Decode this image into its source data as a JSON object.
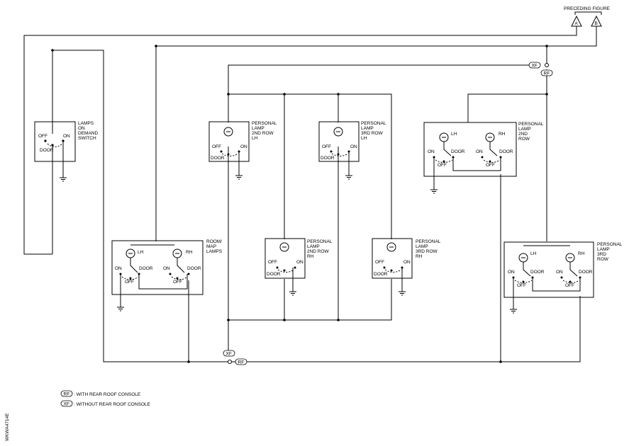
{
  "header": {
    "preceding_figure": "PRECEDING FIGURE",
    "connector_a": "A",
    "connector_b": "B"
  },
  "options": {
    "rf": "RF",
    "xf": "XF"
  },
  "legend": {
    "rf_label": "RF",
    "rf_text": ": WITH REAR ROOF CONSOLE",
    "xf_label": "XF",
    "xf_text": ": WITHOUT REAR ROOF CONSOLE"
  },
  "side_code": "WKWA4714E",
  "switch_labels": {
    "off": "OFF",
    "on": "ON",
    "door": "DOOR",
    "lh": "LH",
    "rh": "RH"
  },
  "components": {
    "demand_switch": [
      "LAMPS",
      "ON",
      "DEMAND",
      "SWITCH"
    ],
    "room_map": [
      "ROOM/",
      "MAP",
      "LAMPS"
    ],
    "p2_lh": [
      "PERSONAL",
      "LAMP",
      "2ND ROW",
      "LH"
    ],
    "p3_lh": [
      "PERSONAL",
      "LAMP",
      "3RD ROW",
      "LH"
    ],
    "p2_rh": [
      "PERSONAL",
      "LAMP",
      "2ND ROW",
      "RH"
    ],
    "p3_rh": [
      "PERSONAL",
      "LAMP",
      "3RD ROW",
      "RH"
    ],
    "p2_row": [
      "PERSONAL",
      "LAMP",
      "2ND",
      "ROW"
    ],
    "p3_row": [
      "PERSONAL",
      "LAMP",
      "3RD",
      "ROW"
    ]
  }
}
